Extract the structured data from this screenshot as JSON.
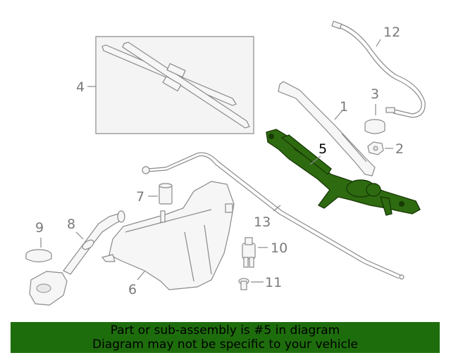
{
  "callouts": [
    {
      "id": "1",
      "text": "1"
    },
    {
      "id": "2",
      "text": "2"
    },
    {
      "id": "3",
      "text": "3"
    },
    {
      "id": "4",
      "text": "4"
    },
    {
      "id": "5",
      "text": "5"
    },
    {
      "id": "6",
      "text": "6"
    },
    {
      "id": "7",
      "text": "7"
    },
    {
      "id": "8",
      "text": "8"
    },
    {
      "id": "9",
      "text": "9"
    },
    {
      "id": "10",
      "text": "10"
    },
    {
      "id": "11",
      "text": "11"
    },
    {
      "id": "12",
      "text": "12"
    },
    {
      "id": "13",
      "text": "13"
    }
  ],
  "highlighted_part": "5",
  "colors": {
    "highlight_part": "#2e6b10",
    "banner_background": "#1e6d0d",
    "callout_text": "#7a7a7a",
    "highlight_callout_text": "#000000"
  },
  "banner": {
    "line1": "Part or sub-assembly is #5 in diagram",
    "line2": "Diagram may not be specific to your vehicle"
  }
}
